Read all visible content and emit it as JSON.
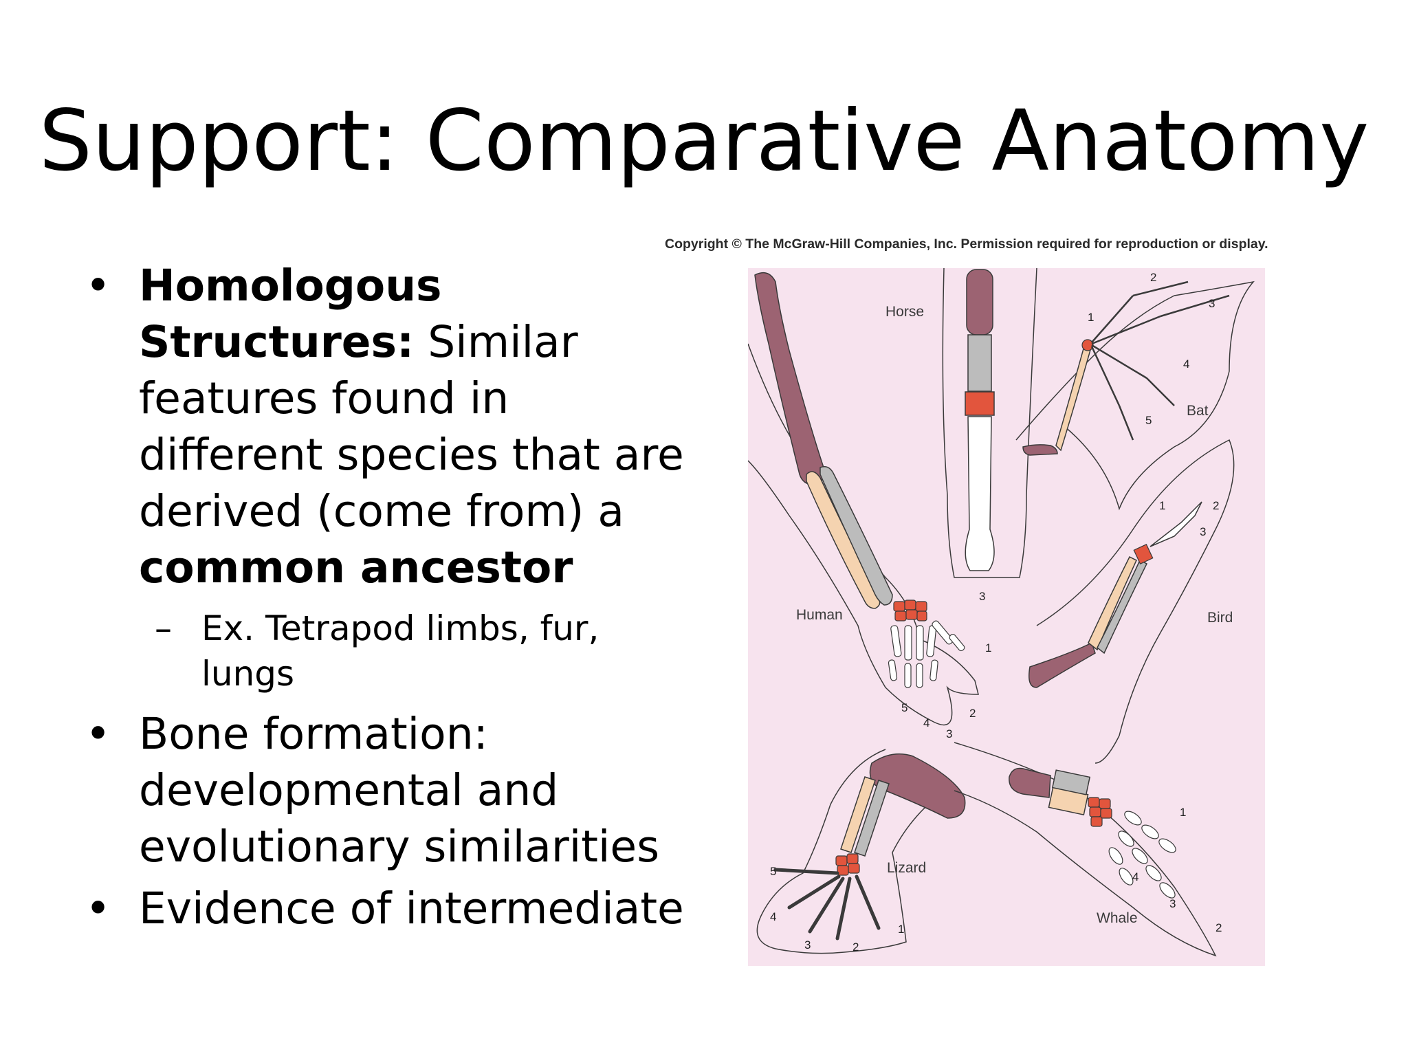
{
  "title": "Support: Comparative Anatomy",
  "bullets": {
    "b1_bold": "Homologous Structures:",
    "b1_text": "Similar features found in different species that are derived (come from) a",
    "b1_bold2": "common ancestor",
    "sub1": "Ex. Tetrapod limbs, fur, lungs",
    "b2": "Bone formation: developmental and evolutionary similarities",
    "b3": "Evidence of intermediate",
    "bullet_glyph": "•",
    "dash_glyph": "–"
  },
  "figure": {
    "copyright": "Copyright © The McGraw-Hill Companies, Inc. Permission required for reproduction or display.",
    "labels": {
      "horse": "Horse",
      "bat": "Bat",
      "bird": "Bird",
      "human": "Human",
      "lizard": "Lizard",
      "whale": "Whale"
    },
    "digits": {
      "one": "1",
      "two": "2",
      "three": "3",
      "four": "4",
      "five": "5"
    },
    "colors": {
      "background": "#f7e3ee",
      "humerus": "#9c6372",
      "radius": "#f5d3b0",
      "ulna": "#bcbcbc",
      "carpals": "#e2553d",
      "digits": "#ffffff",
      "outline": "#3a3a3a"
    }
  }
}
